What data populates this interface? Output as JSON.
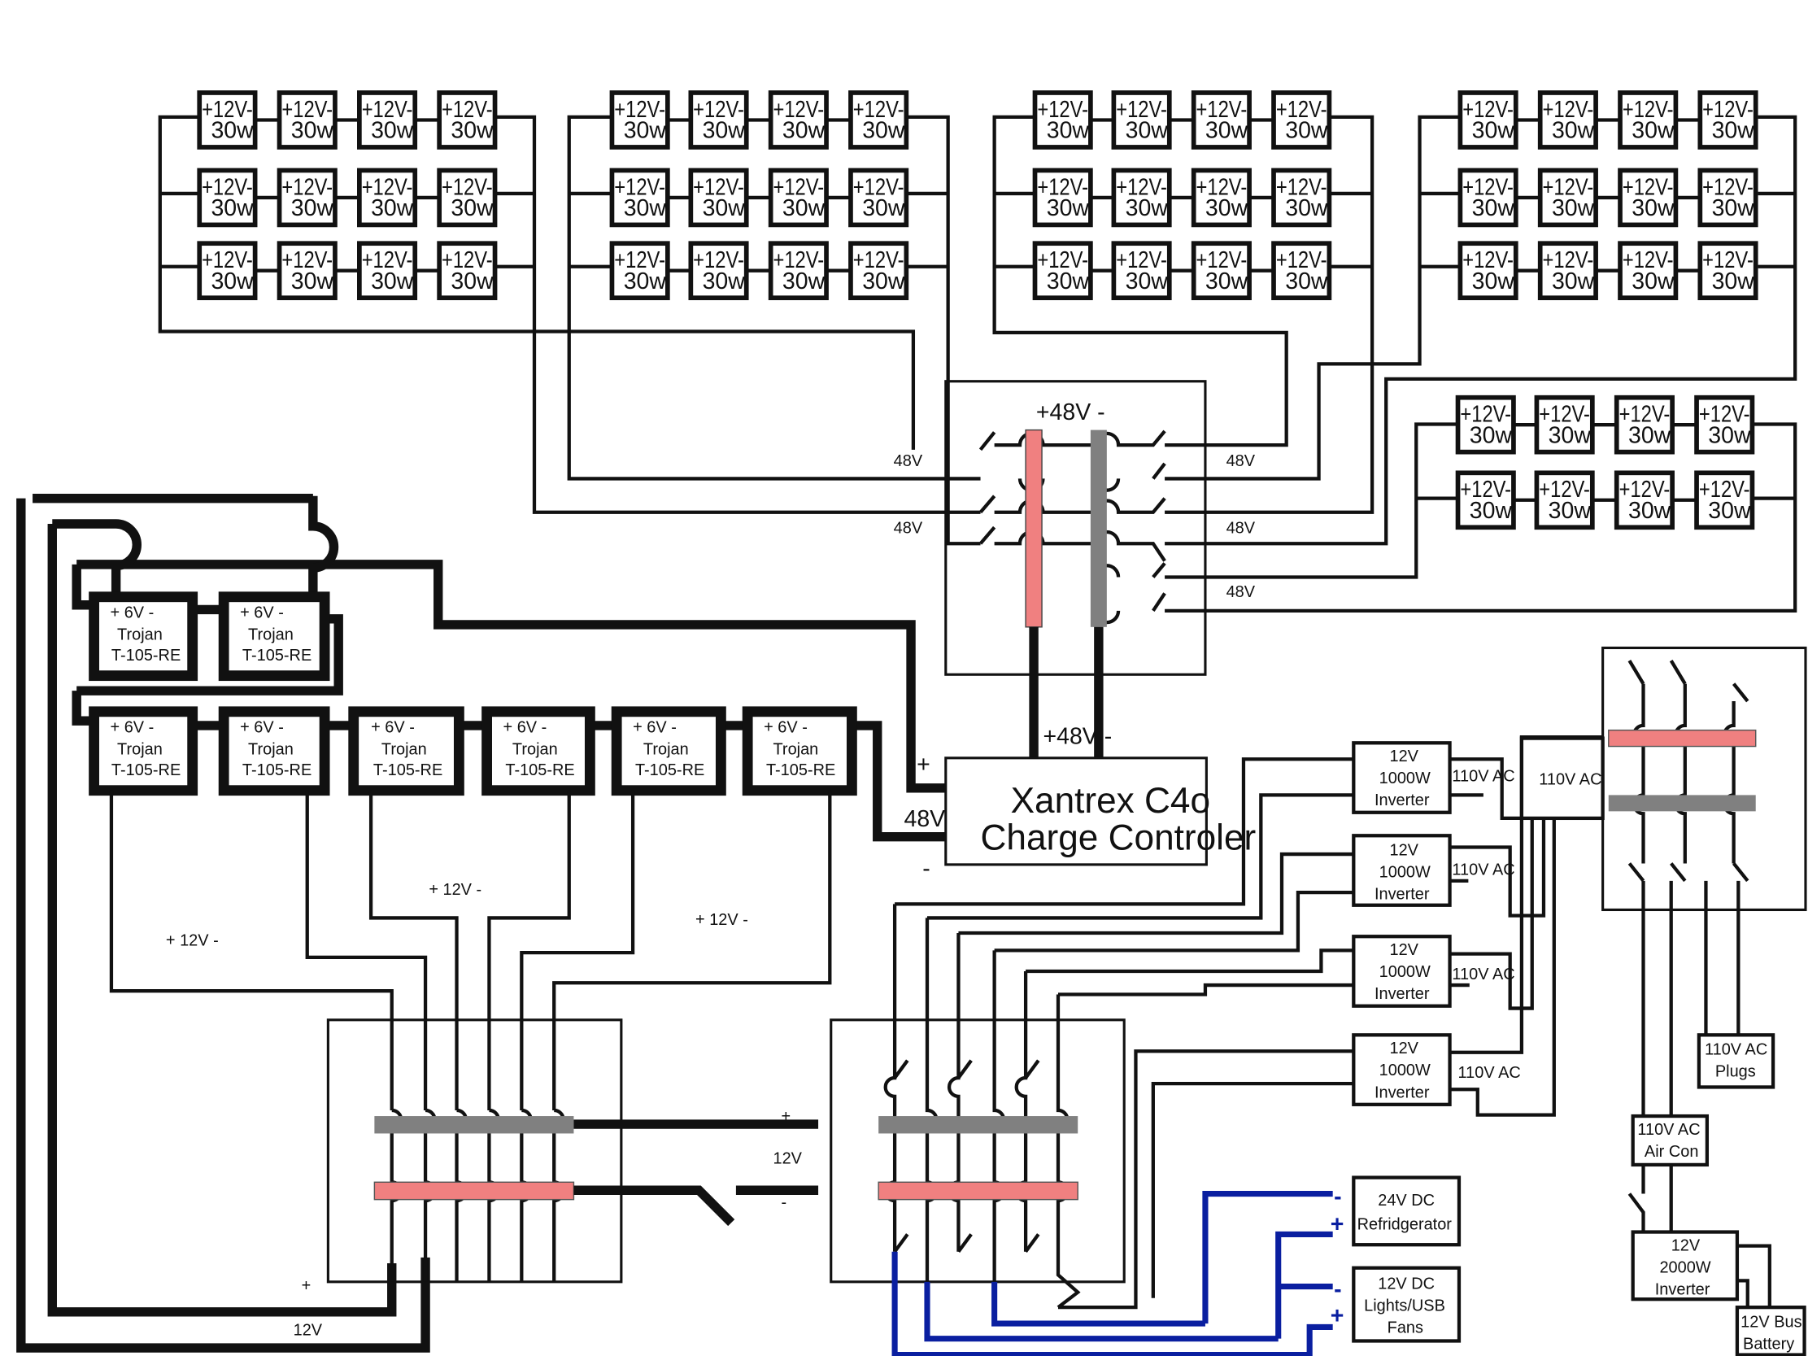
{
  "panel": {
    "top": "+12V-",
    "bottom": "30w"
  },
  "battery": {
    "top": "+   6V   -",
    "line2": "Trojan",
    "line3": "T-105-RE"
  },
  "labels": {
    "bus_48v": "+48V -",
    "bus_48v_lower": "+48V -",
    "in_48v": "48V",
    "plus": "+",
    "minus": "-",
    "out_48v": "48V",
    "bank_12v_a": "+   12V   -",
    "bank_12v_b": "+   12V   -",
    "bank_12v_c": "+   12V   -",
    "feed_12v": "12V",
    "feed_plus": "+",
    "feed_minus": "-",
    "return_12v": "12V",
    "return_plus": "+",
    "ac_out_1": "110V AC",
    "ac_out_2": "110V AC",
    "ac_out_3": "110V AC",
    "ac_out_4": "110V AC",
    "ac_main": "110V AC"
  },
  "controller": {
    "line1": "Xantrex C4o",
    "line2": "Charge Controler"
  },
  "inverter": {
    "line1": "12V",
    "line2": "1000W",
    "line3": "Inverter"
  },
  "loads": {
    "fridge_1": "24V  DC",
    "fridge_2": "Refridgerator",
    "lights_1": "12V  DC",
    "lights_2": "Lights/USB",
    "lights_3": "Fans",
    "plugs_1": "110V  AC",
    "plugs_2": "Plugs",
    "aircon_1": "110V  AC",
    "aircon_2": "Air Con",
    "inv2k_1": "12V",
    "inv2k_2": "2000W",
    "inv2k_3": "Inverter",
    "bus_battery_1": "12V Bus",
    "bus_battery_2": "Battery"
  },
  "colors": {
    "positive_bus": "#f08080",
    "negative_bus": "#808080",
    "dc_load_wire": "#0a1fa0"
  }
}
